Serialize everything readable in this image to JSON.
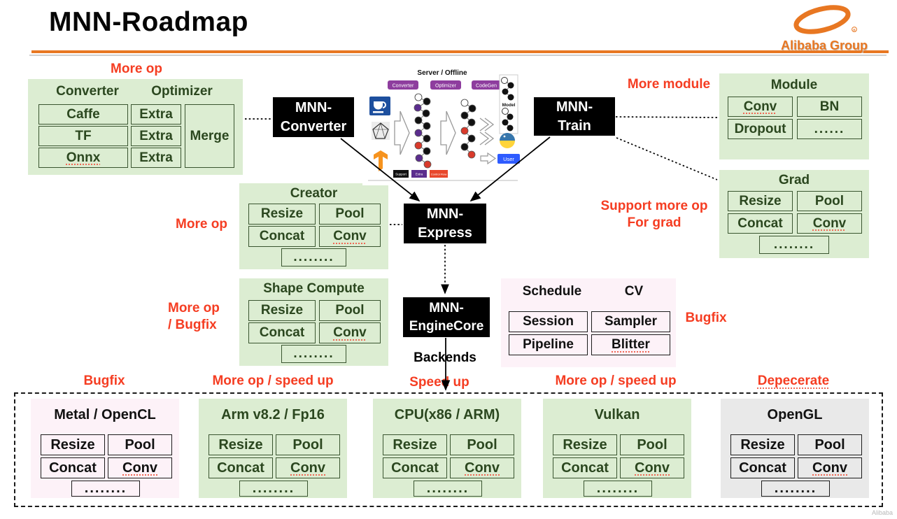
{
  "header": {
    "title": "MNN-Roadmap",
    "logo_text": "Alibaba Group",
    "watermark": "Alibaba"
  },
  "red_labels": {
    "top_left": "More op",
    "more_module": "More module",
    "creator": "More op",
    "support_grad_1": "Support more op",
    "support_grad_2": "For grad",
    "shape_1": "More op",
    "shape_2": "/ Bugfix",
    "cv_bugfix": "Bugfix",
    "bottom_1": "Bugfix",
    "bottom_2": "More op / speed up",
    "bottom_3": "Speed up",
    "bottom_4": "More op / speed up",
    "bottom_5": "Depecerate"
  },
  "black_boxes": {
    "converter": {
      "line1": "MNN-",
      "line2": "Converter"
    },
    "train": {
      "line1": "MNN-",
      "line2": "Train"
    },
    "express": {
      "line1": "MNN-",
      "line2": "Express"
    },
    "enginecore": {
      "line1": "MNN-",
      "line2": "EngineCore"
    }
  },
  "backends_label": "Backends",
  "converter_box": {
    "header_left": "Converter",
    "header_right": "Optimizer",
    "col1": [
      "Caffe",
      "TF",
      "Onnx"
    ],
    "col2": [
      "Extra",
      "Extra",
      "Extra"
    ],
    "merge": "Merge"
  },
  "module_box": {
    "title": "Module",
    "cells": [
      "Conv",
      "BN",
      "Dropout",
      "......"
    ]
  },
  "grad_box": {
    "title": "Grad",
    "cells": [
      "Resize",
      "Pool",
      "Concat",
      "Conv"
    ],
    "dots": "........"
  },
  "creator_box": {
    "title": "Creator",
    "cells": [
      "Resize",
      "Pool",
      "Concat",
      "Conv"
    ],
    "dots": "........"
  },
  "shape_box": {
    "title": "Shape Compute",
    "cells": [
      "Resize",
      "Pool",
      "Concat",
      "Conv"
    ],
    "dots": "........"
  },
  "schedule_box": {
    "header_left": "Schedule",
    "header_right": "CV",
    "cells": [
      "Session",
      "Sampler",
      "Pipeline",
      "Blitter"
    ]
  },
  "bottom_boxes": [
    {
      "title": "Metal / OpenCL",
      "cells": [
        "Resize",
        "Pool",
        "Concat",
        "Conv"
      ],
      "dots": "........"
    },
    {
      "title": "Arm v8.2 / Fp16",
      "cells": [
        "Resize",
        "Pool",
        "Concat",
        "Conv"
      ],
      "dots": "........"
    },
    {
      "title": "CPU(x86 / ARM)",
      "cells": [
        "Resize",
        "Pool",
        "Concat",
        "Conv"
      ],
      "dots": "........"
    },
    {
      "title": "Vulkan",
      "cells": [
        "Resize",
        "Pool",
        "Concat",
        "Conv"
      ],
      "dots": "........"
    },
    {
      "title": "OpenGL",
      "cells": [
        "Resize",
        "Pool",
        "Concat",
        "Conv"
      ],
      "dots": "........"
    }
  ],
  "diagram": {
    "title": "Server / Offline",
    "badges": [
      "Converter",
      "Optimizer",
      "CodeGen"
    ],
    "model_label": "Model",
    "user_label": "User",
    "legend_1": "Support",
    "legend_2": "Extra",
    "legend_3": "Control Flow"
  },
  "colors": {
    "accent_orange": "#e87722",
    "label_red": "#f53d22",
    "green_bg": "#dcedd2",
    "green_text": "#2b471f",
    "pink_bg": "#fdf2f8",
    "gray_bg": "#e9e9e9"
  }
}
